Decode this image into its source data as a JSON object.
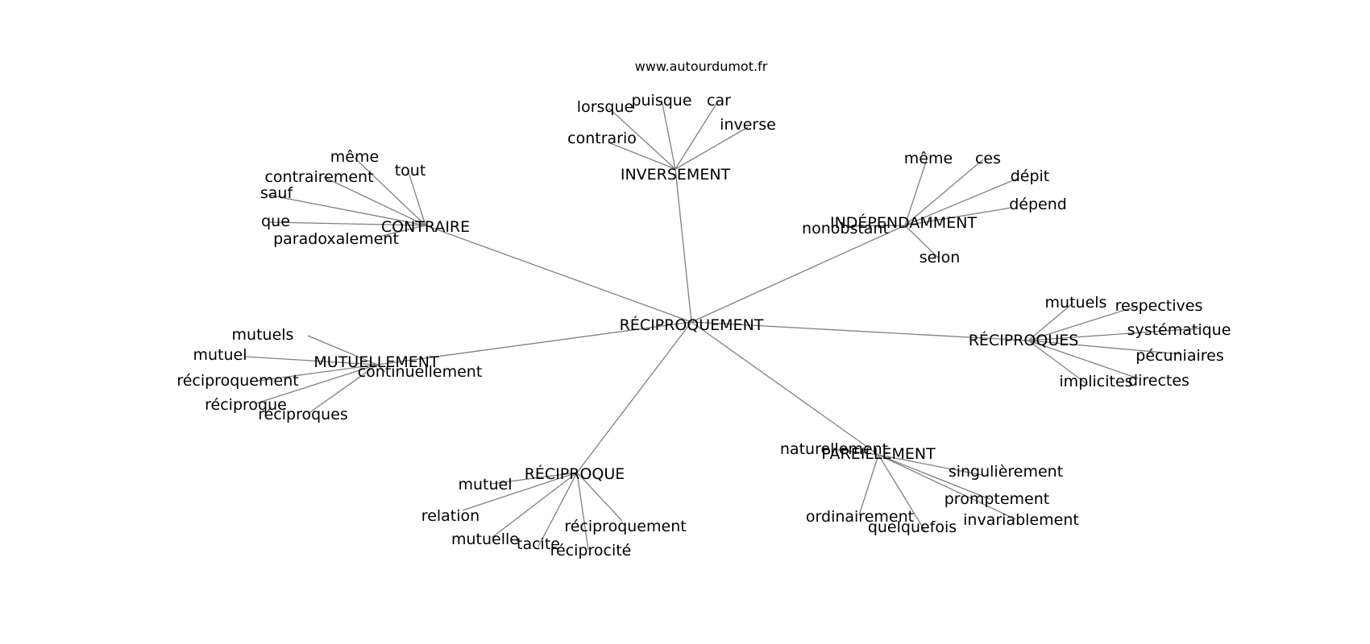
{
  "site": "www.autourdumot.fr",
  "graph": {
    "center": "RÉCIPROQUEMENT",
    "hubs": [
      {
        "id": "inversement",
        "label": "INVERSEMENT",
        "leaves": [
          "lorsque",
          "puisque",
          "car",
          "inverse",
          "contrario"
        ]
      },
      {
        "id": "contraire",
        "label": "CONTRAIRE",
        "leaves": [
          "même",
          "tout",
          "contrairement",
          "sauf",
          "que",
          "paradoxalement"
        ]
      },
      {
        "id": "independamment",
        "label": "INDÉPENDAMMENT",
        "leaves": [
          "même",
          "ces",
          "dépit",
          "dépend",
          "nonobstant",
          "selon"
        ]
      },
      {
        "id": "reciproques",
        "label": "RÉCIPROQUES",
        "leaves": [
          "mutuels",
          "respectives",
          "systématique",
          "pécuniaires",
          "implicites",
          "directes"
        ]
      },
      {
        "id": "mutuellement",
        "label": "MUTUELLEMENT",
        "leaves": [
          "mutuels",
          "mutuel",
          "réciproquement",
          "réciproque",
          "réciproques",
          "continuellement"
        ]
      },
      {
        "id": "reciproque",
        "label": "RÉCIPROQUE",
        "leaves": [
          "mutuel",
          "relation",
          "mutuelle",
          "tacite",
          "réciprocité",
          "réciproquement"
        ]
      },
      {
        "id": "pareillement",
        "label": "PAREILLEMENT",
        "leaves": [
          "naturellement",
          "singulièrement",
          "promptement",
          "invariablement",
          "quelquefois",
          "ordinairement"
        ]
      }
    ]
  }
}
